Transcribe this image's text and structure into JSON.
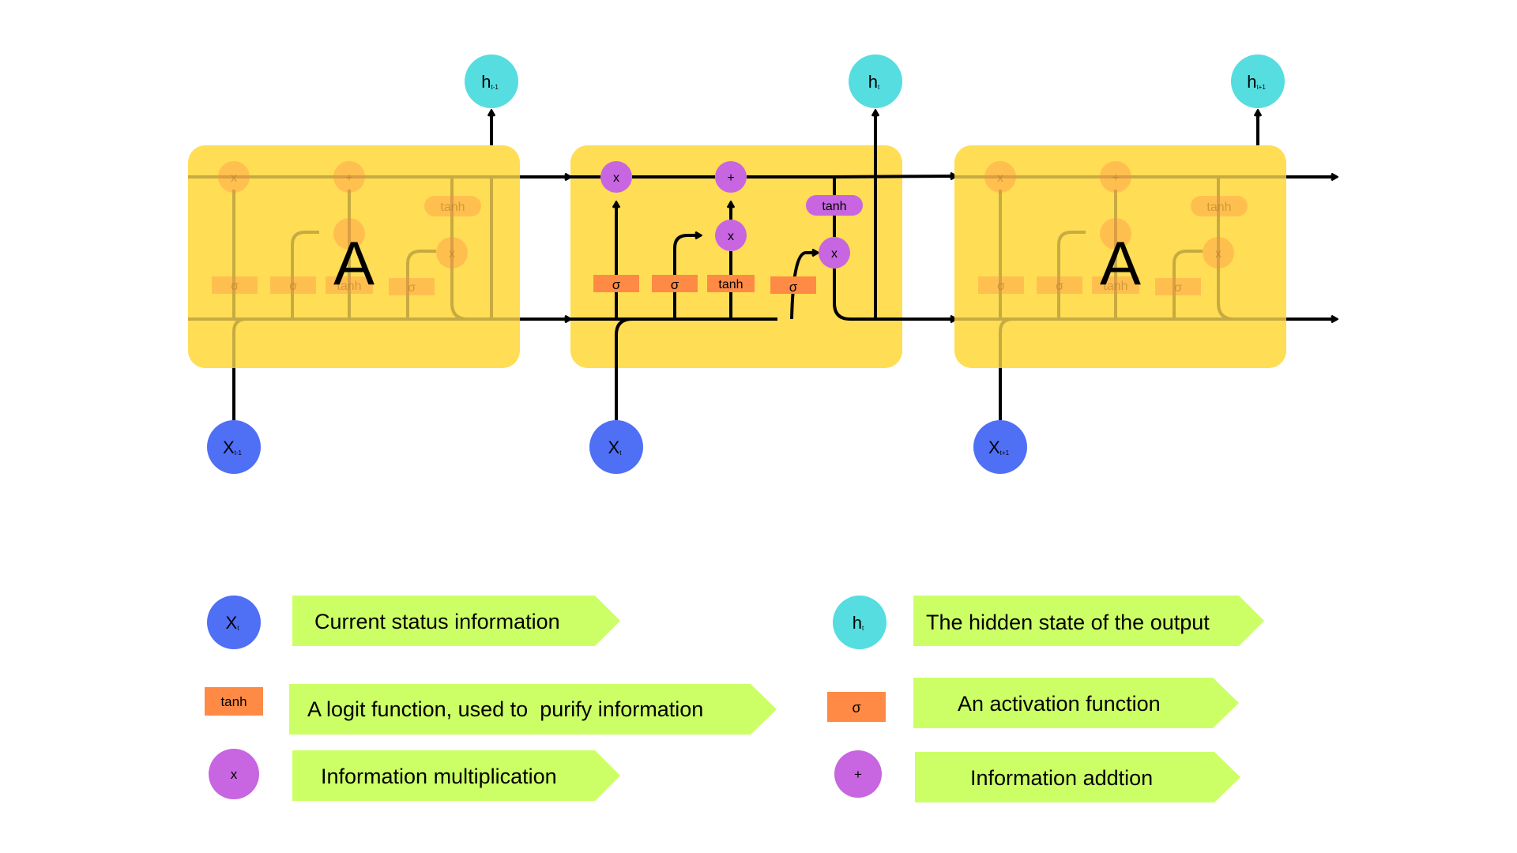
{
  "cells": {
    "prev": {
      "title": "A",
      "output_label": "h",
      "output_sub": "t-1",
      "input_label": "X",
      "input_sub": "t-1"
    },
    "curr": {
      "output_label": "h",
      "output_sub": "t",
      "input_label": "X",
      "input_sub": "t"
    },
    "next": {
      "title": "A",
      "output_label": "h",
      "output_sub": "t+1",
      "input_label": "X",
      "input_sub": "t+1"
    }
  },
  "ops": {
    "mult": "x",
    "add": "+",
    "tanh": "tanh",
    "sigma": "σ"
  },
  "legend": {
    "x_symbol": "X",
    "x_sub": "t",
    "x_text": "Current status information",
    "h_symbol": "h",
    "h_sub": "t",
    "h_text": "The hidden state of the output",
    "tanh_symbol": "tanh",
    "tanh_text": "A logit function, used to  purify information",
    "sigma_symbol": "σ",
    "sigma_text": "An activation function",
    "mult_symbol": "x",
    "mult_text": "Information multiplication",
    "add_symbol": "+",
    "add_text": "Information addtion"
  },
  "colors": {
    "cell": "#FFDD55",
    "input": "#4F6FF5",
    "output": "#55DDE0",
    "op": "#C766E0",
    "gate": "#FF8A45",
    "tag": "#CCFF66",
    "line": "#000000"
  }
}
